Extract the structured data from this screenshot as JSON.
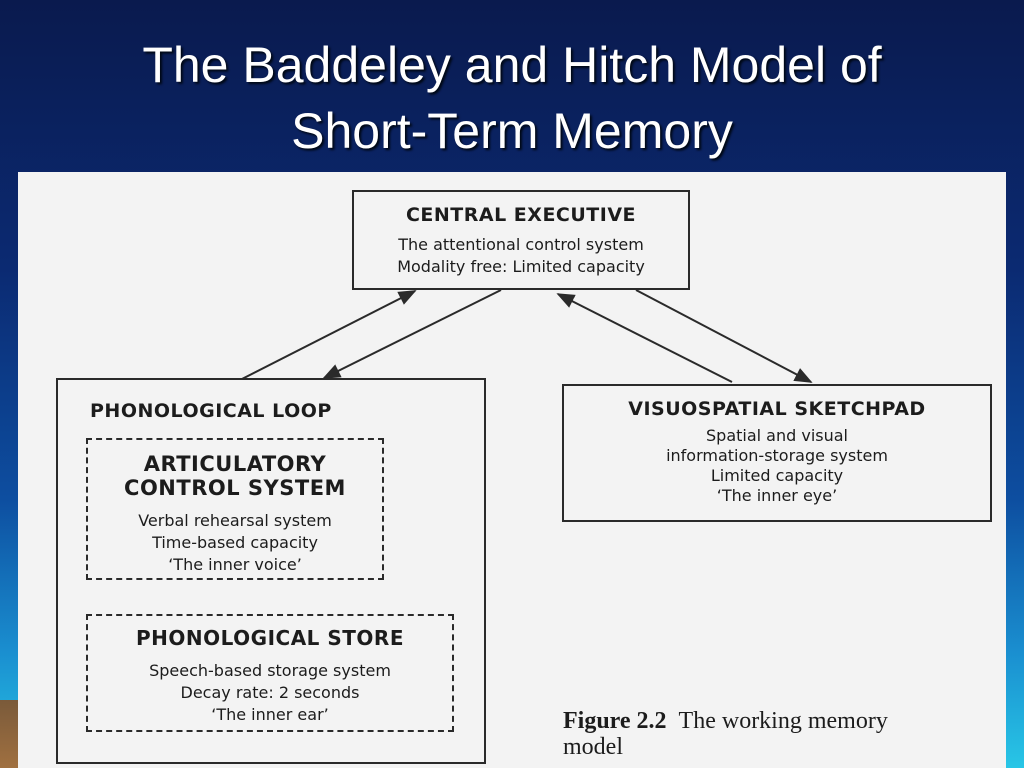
{
  "title": {
    "line1": "The Baddeley and Hitch Model of",
    "line2": "Short-Term Memory"
  },
  "diagram": {
    "central_executive": {
      "heading": "CENTRAL EXECUTIVE",
      "lines": [
        "The attentional control system",
        "Modality free: Limited capacity"
      ]
    },
    "phonological_loop": {
      "heading": "PHONOLOGICAL LOOP",
      "articulatory": {
        "heading_line1": "ARTICULATORY",
        "heading_line2": "CONTROL SYSTEM",
        "lines": [
          "Verbal rehearsal system",
          "Time-based capacity",
          "‘The inner voice’"
        ]
      },
      "store": {
        "heading": "PHONOLOGICAL STORE",
        "lines": [
          "Speech-based storage system",
          "Decay rate: 2 seconds",
          "‘The inner ear’"
        ]
      }
    },
    "visuospatial": {
      "heading": "VISUOSPATIAL SKETCHPAD",
      "lines": [
        "Spatial and visual",
        "information-storage system",
        "Limited capacity",
        "‘The inner eye’"
      ]
    }
  },
  "caption": {
    "figure": "Figure 2.2",
    "text": "The working memory model"
  }
}
